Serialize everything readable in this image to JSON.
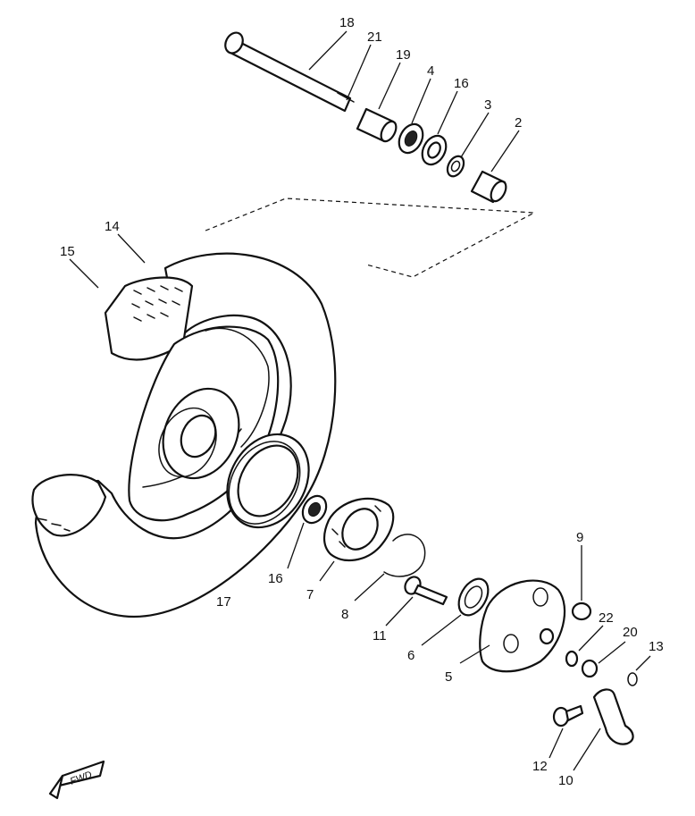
{
  "diagram": {
    "part_labels": [
      "18",
      "21",
      "19",
      "4",
      "16",
      "3",
      "2",
      "14",
      "15",
      "16",
      "7",
      "8",
      "11",
      "6",
      "5",
      "9",
      "22",
      "20",
      "13",
      "12",
      "10",
      "17"
    ],
    "direction_marker": "FWD"
  }
}
